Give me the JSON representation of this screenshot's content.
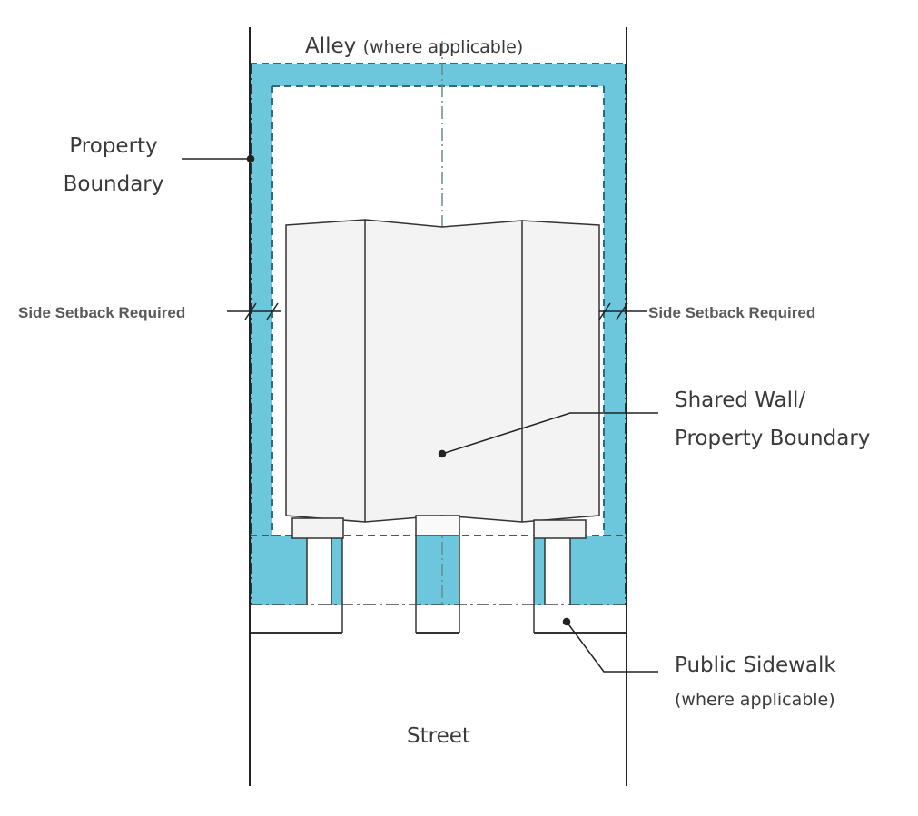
{
  "labels": {
    "alley": "Alley",
    "alley_note": "(where applicable)",
    "property_boundary_1": "Property",
    "property_boundary_2": "Boundary",
    "side_setback_left": "Side Setback Required",
    "side_setback_right": "Side Setback Required",
    "shared_wall_1": "Shared Wall/",
    "shared_wall_2": "Property Boundary",
    "sidewalk_1": "Public Sidewalk",
    "sidewalk_2": "(where applicable)",
    "street": "Street"
  },
  "colors": {
    "setback": "#6cc7dc",
    "building": "#f3f3f3",
    "line": "#222222",
    "dash": "#2a6f80"
  }
}
